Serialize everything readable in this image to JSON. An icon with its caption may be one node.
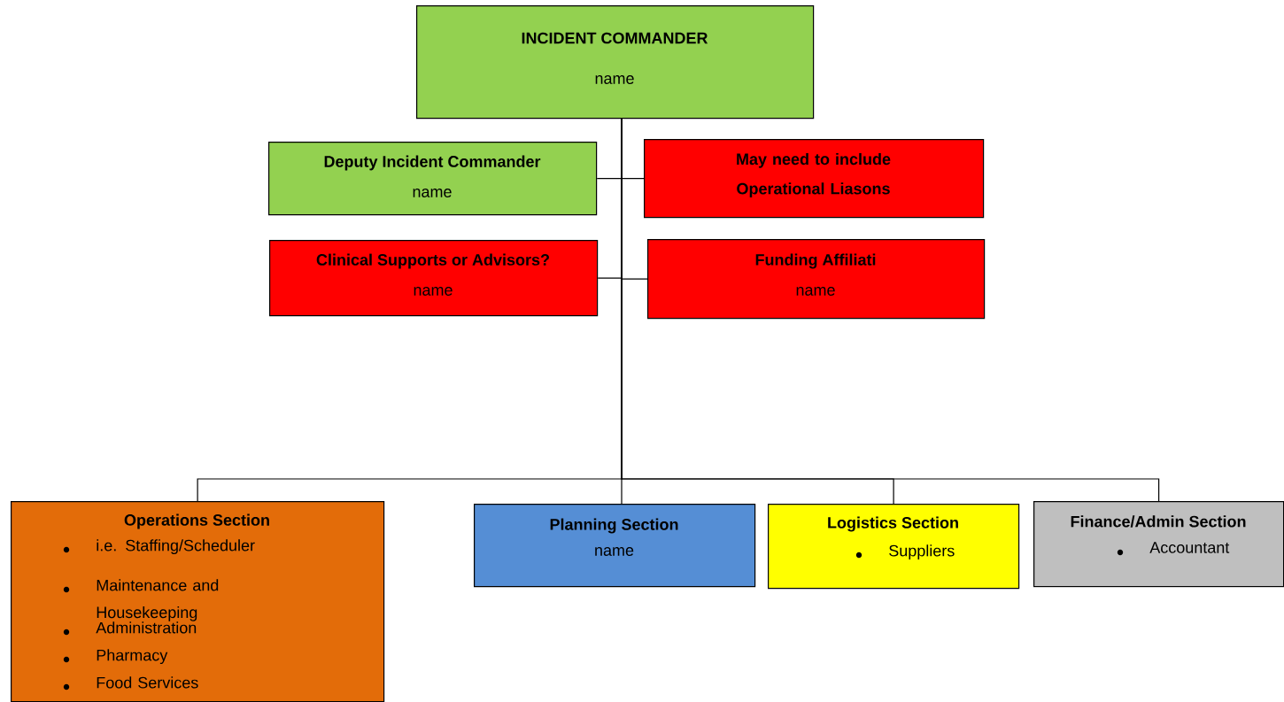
{
  "diagram": {
    "nodes": [
      {
        "text": [
          "INCIDENT COMMANDER",
          "name"
        ]
      },
      {
        "text": [
          "Deputy Incident Commander",
          "name"
        ]
      },
      {
        "text": [
          "May need to include Operational Liasons"
        ]
      },
      {
        "text": [
          "Clinical Supports or Advisors?",
          "name"
        ]
      },
      {
        "text": [
          "Funding Affiliati",
          "name"
        ]
      },
      {
        "text": [
          "Operations Section",
          "i.e. Staffing/Scheduler",
          "Maintenance and Housekeeping",
          "Administration",
          "Pharmacy",
          "Food Services"
        ]
      },
      {
        "text": [
          "Planning Section",
          "name"
        ]
      },
      {
        "text": [
          "Logistics Section",
          "Suppliers"
        ]
      },
      {
        "text": [
          "Finance/Admin Section",
          "Accountant"
        ]
      }
    ],
    "edges": [
      {
        "from": 0,
        "to": 1,
        "arrow": "none"
      },
      {
        "from": 0,
        "to": 2,
        "arrow": "none"
      },
      {
        "from": 0,
        "to": 3,
        "arrow": "none"
      },
      {
        "from": 0,
        "to": 4,
        "arrow": "none"
      },
      {
        "from": 0,
        "to": 5,
        "arrow": "none"
      },
      {
        "from": 0,
        "to": 6,
        "arrow": "none"
      },
      {
        "from": 0,
        "to": 7,
        "arrow": "none"
      },
      {
        "from": 0,
        "to": 8,
        "arrow": "none"
      }
    ]
  }
}
